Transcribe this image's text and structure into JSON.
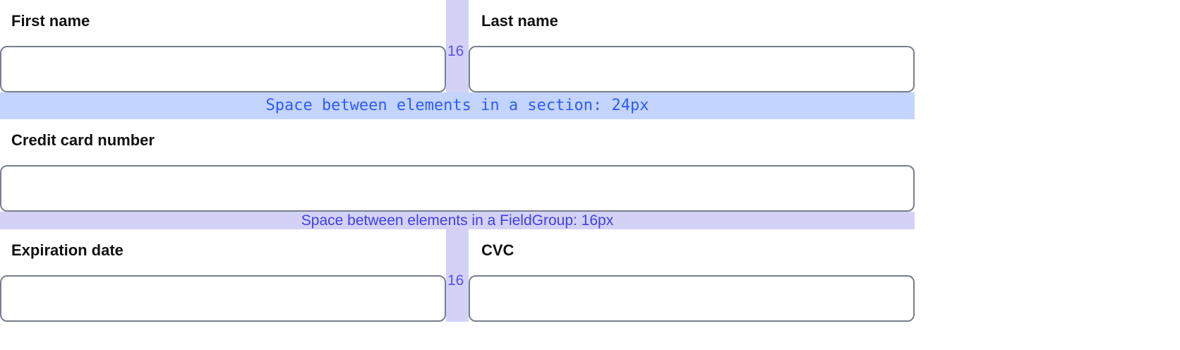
{
  "form": {
    "rows": [
      {
        "left": {
          "label": "First name",
          "value": "",
          "placeholder": ""
        },
        "gap": {
          "label": "16"
        },
        "right": {
          "label": "Last name",
          "value": "",
          "placeholder": ""
        }
      }
    ],
    "single": {
      "label": "Credit card number",
      "value": "",
      "placeholder": ""
    },
    "bottom_row": {
      "left": {
        "label": "Expiration date",
        "value": "",
        "placeholder": ""
      },
      "gap": {
        "label": "16"
      },
      "right": {
        "label": "CVC",
        "value": "",
        "placeholder": ""
      }
    }
  },
  "annotations": {
    "section_band": "Space between elements in a section: 24px",
    "fieldgroup_band": "Space between elements in a FieldGroup: 16px"
  },
  "colors": {
    "section_band_bg": "#c3d4fe",
    "fieldgroup_band_bg": "#d3d2f6",
    "gap_strip_bg": "#d3d2f6",
    "annotation_text": "#2f5cf6",
    "gap_label_text": "#5b51e8",
    "input_border": "#797e8c",
    "label_text": "#111111",
    "page_bg": "#ffffff"
  }
}
